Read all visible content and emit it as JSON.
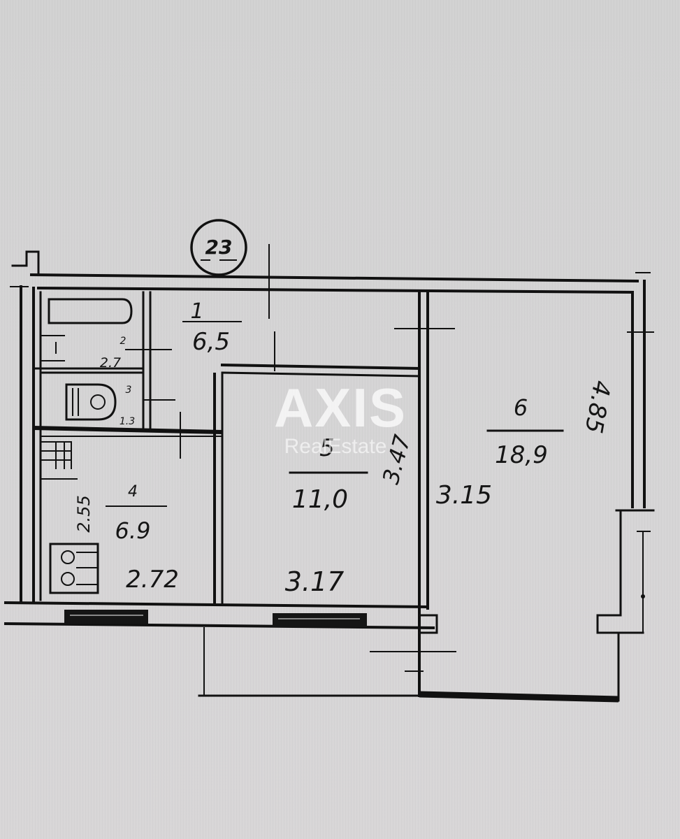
{
  "plan": {
    "apartment_number": "23",
    "colors": {
      "paper": "#d4d4d4",
      "ink": "#111111",
      "watermark": "#ffffff"
    },
    "rooms": [
      {
        "id": "1",
        "number": "1",
        "area": "6,5",
        "type": "corridor"
      },
      {
        "id": "2",
        "number": "2",
        "area": "2.7",
        "type": "bathroom"
      },
      {
        "id": "3",
        "number": "3",
        "area": "1.3",
        "type": "toilet"
      },
      {
        "id": "4",
        "number": "4",
        "area": "6.9",
        "type": "kitchen"
      },
      {
        "id": "5",
        "number": "5",
        "area": "11,0",
        "type": "room"
      },
      {
        "id": "6",
        "number": "6",
        "area": "18,9",
        "type": "room"
      }
    ],
    "dimensions": {
      "kitchen_height": "2.55",
      "kitchen_width": "2.72",
      "room5_width": "3.17",
      "room5_height": "3.47",
      "room6_width": "3.15",
      "room6_height": "4.85"
    },
    "icons": [
      "bathtub-icon",
      "toilet-icon",
      "stove-icon",
      "sink-icon",
      "window-icon",
      "door-icon"
    ]
  },
  "watermark": {
    "brand": "AXIS",
    "subtitle": "RealEstate"
  }
}
